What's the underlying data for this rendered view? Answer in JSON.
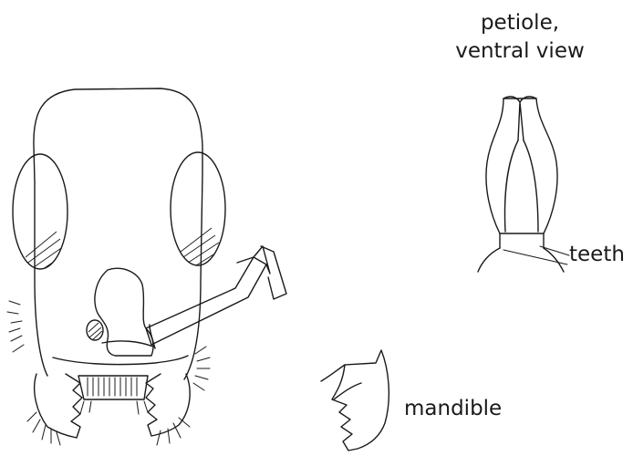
{
  "labels": {
    "petiole_line1": "petiole,",
    "petiole_line2": "ventral view",
    "teeth": "teeth",
    "mandible": "mandible"
  }
}
